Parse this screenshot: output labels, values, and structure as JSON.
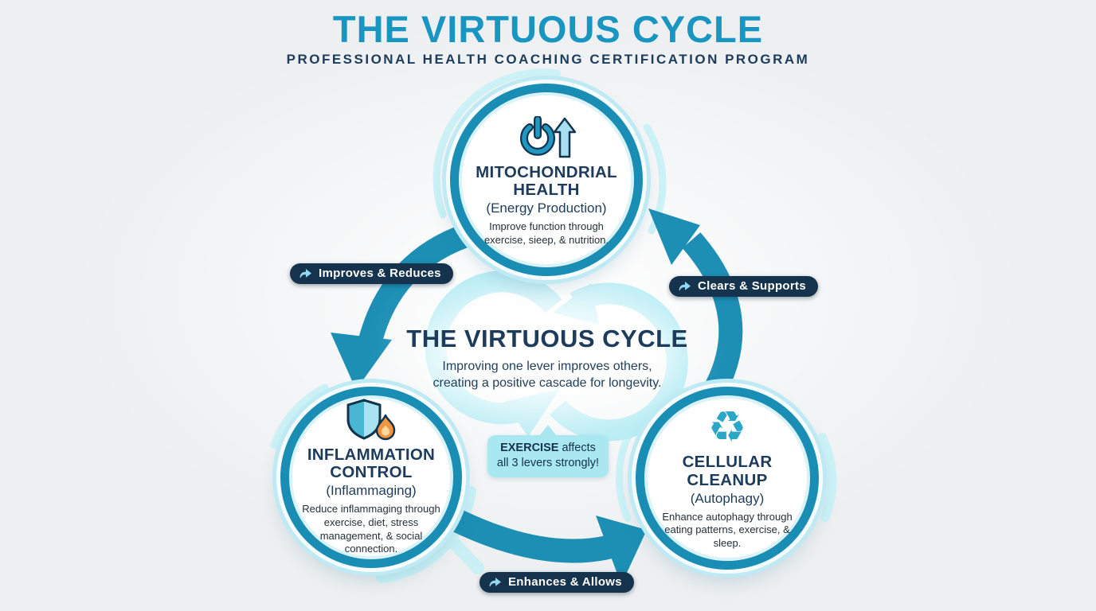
{
  "header": {
    "title": "THE VIRTUOUS CYCLE",
    "subtitle": "PROFESSIONAL HEALTH COACHING CERTIFICATION PROGRAM"
  },
  "center": {
    "title": "THE VIRTUOUS CYCLE",
    "description_line1": "Improving one lever improves others,",
    "description_line2": "creating a positive cascade for longevity.",
    "callout_bold": "EXERCISE",
    "callout_rest": " affects all 3 levers strongly!"
  },
  "nodes": [
    {
      "id": "mitochondrial-health",
      "icon": "power-up-icon",
      "title": "MITOCHONDRIAL HEALTH",
      "subtitle": "(Energy Production)",
      "description": "Improve function through exercise, sieep, & nutrition."
    },
    {
      "id": "inflammation-control",
      "icon": "shield-flame-icon",
      "title": "INFLAMMATION CONTROL",
      "subtitle": "(Inflammaging)",
      "description": "Reduce inflammaging through exercise, diet, stress management, & social connection."
    },
    {
      "id": "cellular-cleanup",
      "icon": "recycle-icon",
      "title": "CELLULAR CLEANUP",
      "subtitle": "(Autophagy)",
      "description": "Enhance autophagy through eating patterns, exercise, & sleep."
    }
  ],
  "edges": [
    {
      "label": "Improves & Reduces"
    },
    {
      "label": "Clears & Supports"
    },
    {
      "label": "Enhances & Allows"
    }
  ],
  "icons": {
    "recycle_glyph": "♻"
  },
  "colors": {
    "accent_teal": "#1995c2",
    "ring_teal": "#1a8db4",
    "arrow_teal": "#1d8fb5",
    "navy_text": "#1d3c5c",
    "badge_navy": "#16334d",
    "light_cyan": "#b6ecf4",
    "glow_cyan": "#c9f1f7",
    "callout_bg": "#a9e8f1",
    "flame_orange": "#f0953f",
    "background": "#edeff1"
  }
}
